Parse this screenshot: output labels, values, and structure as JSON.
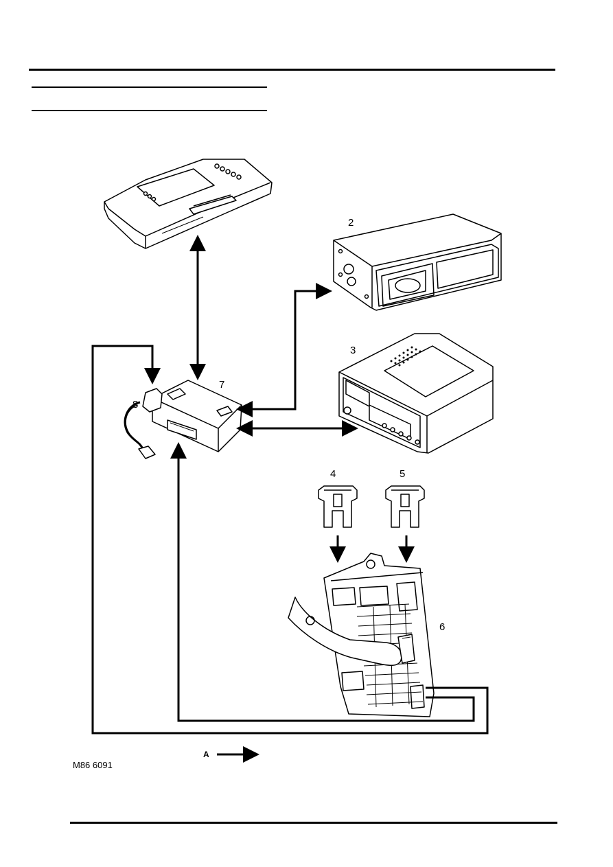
{
  "labels": {
    "l2": "2",
    "l3": "3",
    "l4": "4",
    "l5": "5",
    "l6": "6",
    "l7": "7",
    "l8": "8"
  },
  "legend": {
    "arrow_label": "A"
  },
  "figure_code": "M86 6091"
}
